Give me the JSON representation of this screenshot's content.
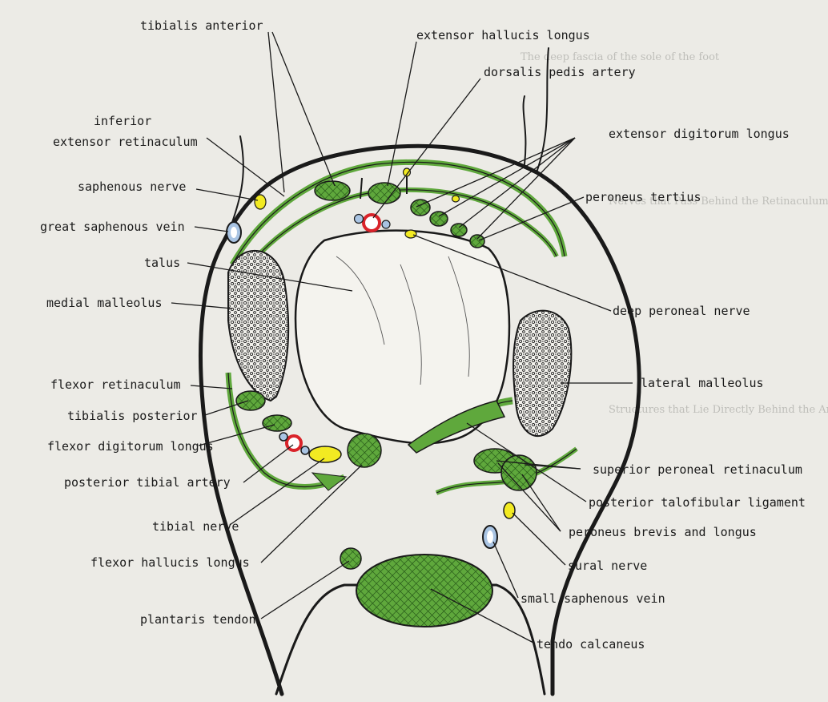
{
  "labels": {
    "tibialis_anterior": "tibialis anterior",
    "extensor_hallucis_longus": "extensor hallucis longus",
    "dorsalis_pedis_artery": "dorsalis pedis artery",
    "inferior": "inferior",
    "extensor_retinaculum": "extensor retinaculum",
    "extensor_digitorum_longus": "extensor digitorum longus",
    "saphenous_nerve": "saphenous nerve",
    "peroneus_tertius": "peroneus tertius",
    "great_saphenous_vein": "great saphenous vein",
    "talus": "talus",
    "medial_malleolus": "medial malleolus",
    "deep_peroneal_nerve": "deep peroneal nerve",
    "lateral_malleolus": "lateral malleolus",
    "flexor_retinaculum": "flexor retinaculum",
    "tibialis_posterior": "tibialis posterior",
    "flexor_digitorum_longus": "flexor digitorum longus",
    "superior_peroneal_retinaculum": "superior peroneal retinaculum",
    "posterior_tibial_artery": "posterior tibial artery",
    "posterior_talofibular_ligament": "posterior talofibular ligament",
    "tibial_nerve": "tibial nerve",
    "peroneus_brevis_and_longus": "peroneus brevis and longus",
    "sural_nerve": "sural nerve",
    "flexor_hallucis_longus": "flexor hallucis longus",
    "small_saphenous_vein": "small saphenous vein",
    "plantaris_tendon": "plantaris tendon",
    "tendo_calcaneus": "tendo calcaneus"
  },
  "background_text": {
    "line1": "The deep fascia of the sole of the foot",
    "line2": "Nerves that Pass Behind the Retinaculum",
    "line3": "Structures that Lie Directly Behind the Ankle"
  },
  "colors": {
    "muscle": "#5fa83c",
    "nerve": "#f2ea22",
    "artery": "#d9232a",
    "vein": "#a9c4e3",
    "outline": "#1a1a1a"
  }
}
